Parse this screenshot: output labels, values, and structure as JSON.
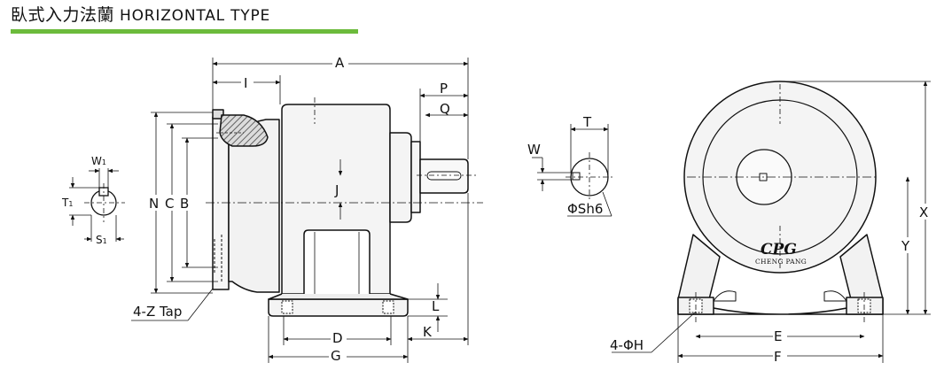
{
  "header": {
    "title_cn": "臥式入力法蘭",
    "title_en": "HORIZONTAL TYPE"
  },
  "colors": {
    "accent_green": "#6cbb3c",
    "line": "#111111",
    "body_fill": "#f4f4f4",
    "hatch": "#555555"
  },
  "labels": {
    "A": "A",
    "I": "I",
    "P": "P",
    "Q": "Q",
    "J": "J",
    "N": "N",
    "C": "C",
    "B": "B",
    "L": "L",
    "K": "K",
    "D": "D",
    "G": "G",
    "T": "T",
    "W": "W",
    "W1": "W",
    "W1_sub": "1",
    "T1": "T",
    "T1_sub": "1",
    "S1": "S",
    "S1_sub": "1",
    "Sh6": "ΦSh6",
    "Z_tap": "4-Z Tap",
    "H": "4-ΦH",
    "E": "E",
    "F": "F",
    "X": "X",
    "Y": "Y"
  },
  "logo": {
    "brand": "CPG",
    "name": "CHENG PANG"
  }
}
